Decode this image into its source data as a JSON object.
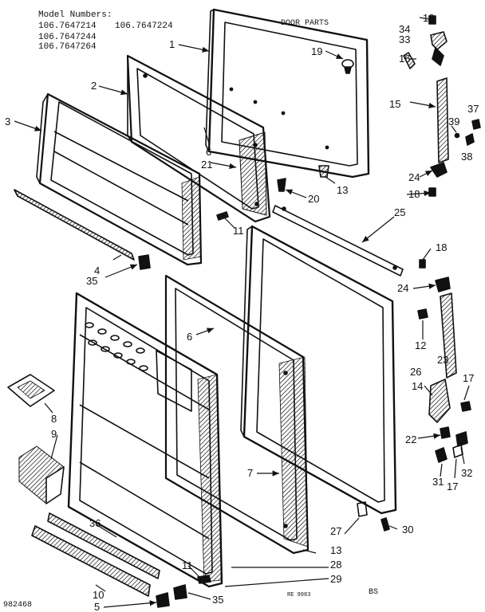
{
  "header": {
    "model_title": "Model Numbers:",
    "models": [
      "106.7647214",
      "106.7647224",
      "106.7647244",
      "106.7647264"
    ],
    "section_title": "DOOR PARTS"
  },
  "footer": {
    "diagram_id": "982468",
    "code_center": "RE 9983",
    "code_right": "BS"
  },
  "parts": [
    "1",
    "2",
    "3",
    "4",
    "5",
    "6",
    "6",
    "7",
    "8",
    "9",
    "10",
    "11",
    "11",
    "12",
    "13",
    "13",
    "14",
    "15",
    "16",
    "17",
    "17",
    "18",
    "18",
    "18",
    "19",
    "20",
    "21",
    "22",
    "23",
    "24",
    "24",
    "25",
    "26",
    "27",
    "28",
    "29",
    "30",
    "31",
    "32",
    "33",
    "34",
    "35",
    "35",
    "36",
    "37",
    "38",
    "39"
  ],
  "colors": {
    "ink": "#111111",
    "paper": "#ffffff",
    "shade": "#444444"
  }
}
